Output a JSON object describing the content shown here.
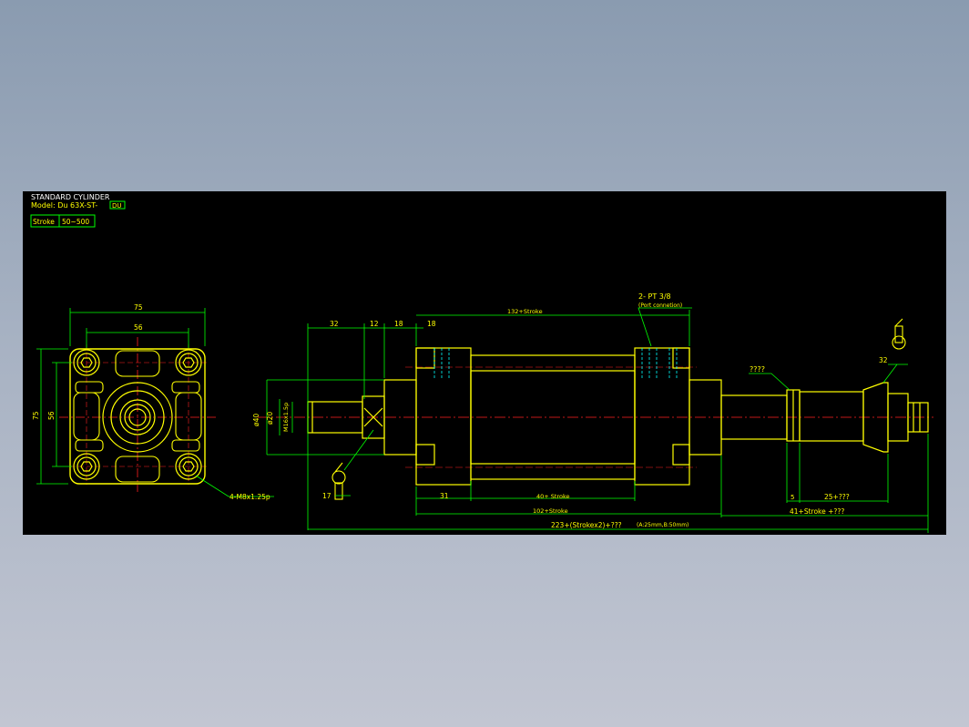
{
  "title_block": {
    "title": "STANDARD CYLINDER",
    "model_prefix": "Model: Du 63X-ST-",
    "model_suffix": "DU",
    "stroke_label": "Stroke",
    "stroke_range": "50~500"
  },
  "front_view": {
    "width_outer": "75",
    "width_inner": "56",
    "height_outer": "75",
    "height_inner": "56",
    "thread_note": "4-M8x1.25p"
  },
  "side_view": {
    "dims_top": [
      "32",
      "12",
      "18",
      "18"
    ],
    "overall_body": "132+Stroke",
    "port_note": "2- PT 3/8",
    "port_sub": "(Port connetion)",
    "rod_dia_outer": "ø40",
    "rod_dia_inner": "ø20",
    "rod_thread": "M16x1.5p",
    "wrench_left": "17",
    "dim_31": "31",
    "dim_40_stroke": "40+ Stroke",
    "dim_102_stroke": "102+Stroke",
    "dim_total": "223+(Strokex2)+???",
    "dim_total_note": "(A:25mm,B:50mm)",
    "unknown_top": "????",
    "wrench_right": "32",
    "dim_5": "5",
    "dim_25": "25+???",
    "dim_41": "41+Stroke +???"
  },
  "colors": {
    "background": "#000000",
    "outline": "#ffff00",
    "dimension": "#00ff00",
    "centerline": "#ff2020",
    "hidden": "#00ffff",
    "text": "#ffffff"
  }
}
